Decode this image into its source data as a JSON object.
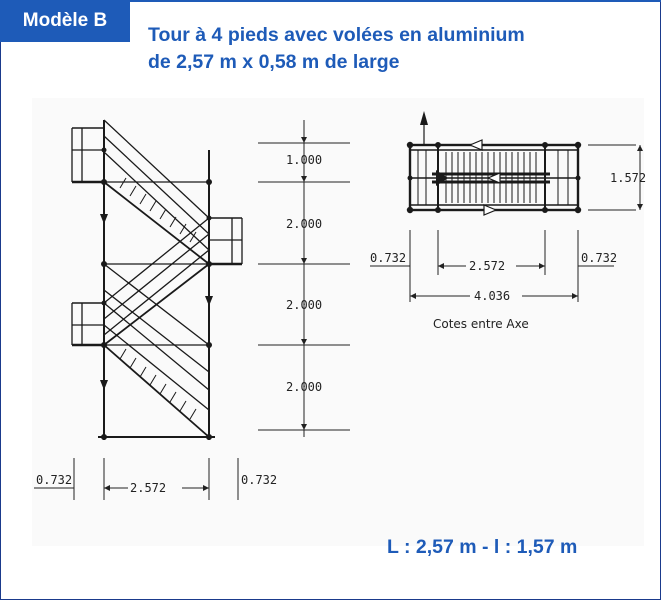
{
  "header": {
    "tab_label": "Modèle B",
    "title_line1": "Tour à 4 pieds avec volées en aluminium",
    "title_line2": "de 2,57 m x 0,58 m de large"
  },
  "side_view": {
    "heights": [
      "1.000",
      "2.000",
      "2.000",
      "2.000"
    ],
    "bottom_dims": [
      "0.732",
      "2.572",
      "0.732"
    ]
  },
  "top_view": {
    "depth": "1.572",
    "dims_row1": [
      "0.732",
      "2.572",
      "0.732"
    ],
    "total": "4.036",
    "caption": "Cotes entre Axe"
  },
  "summary": "L : 2,57 m - l  : 1,57 m",
  "colors": {
    "brand": "#1e5bb8",
    "frame": "#1a3a8c"
  }
}
